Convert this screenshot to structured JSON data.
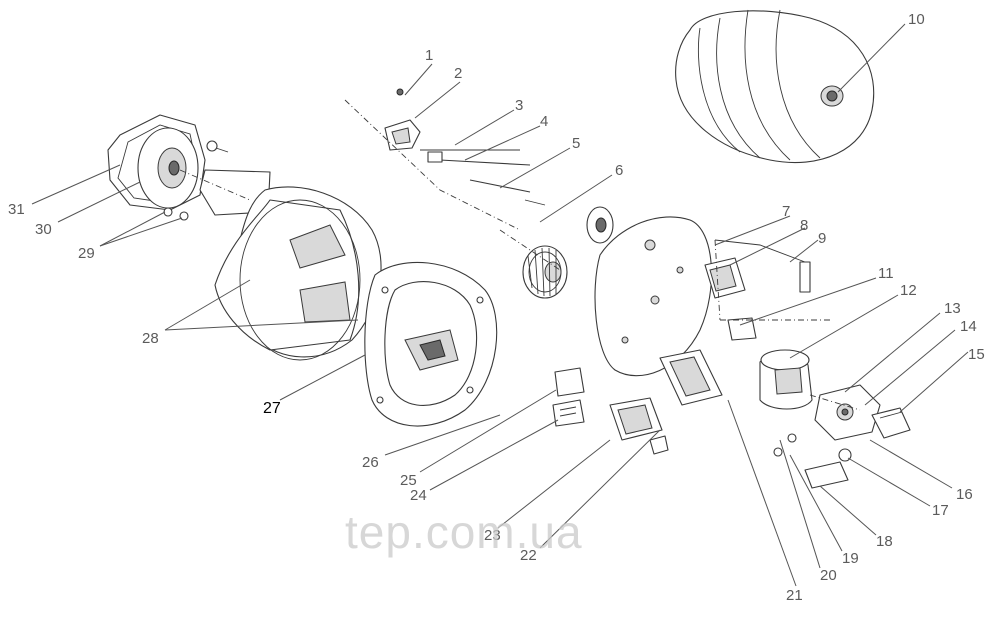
{
  "watermark": "tep.com.ua",
  "callouts": {
    "c1": "1",
    "c2": "2",
    "c3": "3",
    "c4": "4",
    "c5": "5",
    "c6": "6",
    "c7": "7",
    "c8": "8",
    "c9": "9",
    "c10": "10",
    "c11": "11",
    "c12": "12",
    "c13": "13",
    "c14": "14",
    "c15": "15",
    "c16": "16",
    "c17": "17",
    "c18": "18",
    "c19": "19",
    "c20": "20",
    "c21": "21",
    "c22": "22",
    "c23": "23",
    "c24": "24",
    "c25": "25",
    "c26": "26",
    "c27": "27",
    "c28": "28",
    "c29": "29",
    "c30": "30",
    "c31": "31"
  },
  "colors": {
    "line": "#3a3a3a",
    "label": "#5b5b5b",
    "label_emphasis": "#000000",
    "watermark": "#c9c9c9"
  }
}
